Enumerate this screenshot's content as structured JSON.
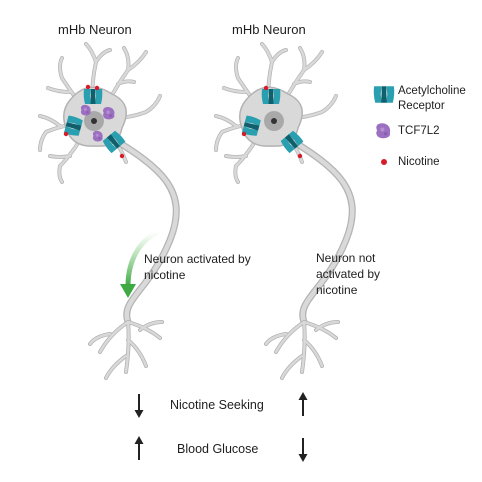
{
  "neurons": [
    {
      "title": "mHb Neuron",
      "status": "Neuron activated by nicotine",
      "tcf7l2_present": true,
      "nicotine_sites": 4
    },
    {
      "title": "mHb Neuron",
      "status": "Neuron not activated by nicotine",
      "tcf7l2_present": false,
      "nicotine_sites": 3
    }
  ],
  "legend": {
    "receptor": "Acetylcholine Receptor",
    "tcf7l2": "TCF7L2",
    "nicotine": "Nicotine"
  },
  "effects": [
    {
      "label": "Nicotine Seeking",
      "left_direction": "down",
      "right_direction": "up"
    },
    {
      "label": "Blood Glucose",
      "left_direction": "up",
      "right_direction": "down"
    }
  ],
  "colors": {
    "neuron_fill": "#d9d9d9",
    "neuron_stroke": "#b3b3b3",
    "receptor": "#2a9fb0",
    "receptor_dark": "#0f5f6c",
    "tcf7l2": "#9c6fc0",
    "nicotine": "#d81b2b",
    "activation_arrow": "#6cc46a",
    "arrow": "#222222"
  }
}
